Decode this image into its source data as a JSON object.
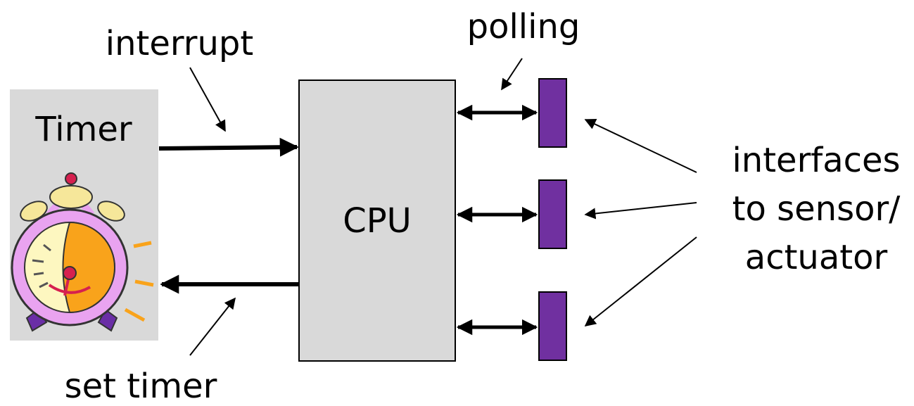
{
  "labels": {
    "interrupt": "interrupt",
    "polling": "polling",
    "timer": "Timer",
    "cpu": "CPU",
    "set_timer": "set timer",
    "interfaces_line1": "interfaces",
    "interfaces_line2": "to sensor/",
    "interfaces_line3": "actuator"
  },
  "colors": {
    "box_fill": "#d9d9d9",
    "interface_fill": "#7030a0",
    "arrow": "#000000",
    "clock_body": "#e9a3f0",
    "clock_face": "#fdf7c0",
    "clock_right_face": "#f9a31b",
    "clock_bell": "#f6e79a",
    "clock_accent": "#d6204f",
    "clock_legs": "#6a2ea6"
  },
  "icons": {
    "timer_graphic": "alarm-clock-icon"
  }
}
